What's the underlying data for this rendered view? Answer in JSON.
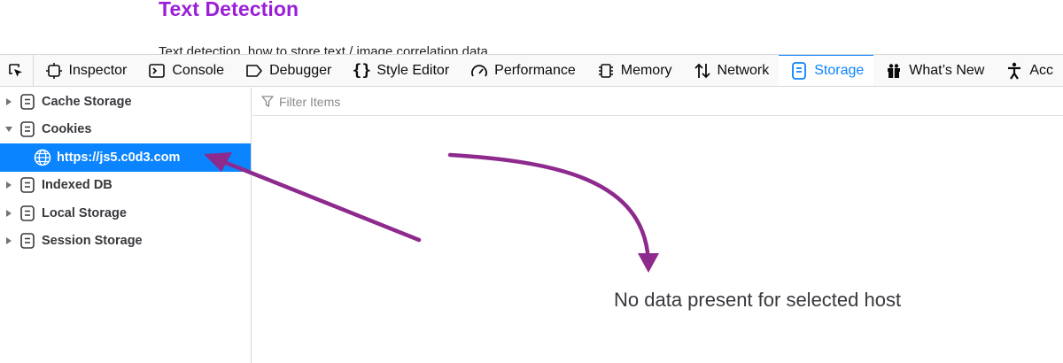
{
  "page": {
    "title": "Text Detection",
    "subtitle": "Text detection, how to store text / image correlation data"
  },
  "toolbar": {
    "tabs": [
      {
        "label": "Inspector",
        "icon": "inspector-icon"
      },
      {
        "label": "Console",
        "icon": "console-icon"
      },
      {
        "label": "Debugger",
        "icon": "debugger-icon"
      },
      {
        "label": "Style Editor",
        "icon": "style-editor-icon"
      },
      {
        "label": "Performance",
        "icon": "performance-icon"
      },
      {
        "label": "Memory",
        "icon": "memory-icon"
      },
      {
        "label": "Network",
        "icon": "network-icon"
      },
      {
        "label": "Storage",
        "icon": "storage-icon",
        "selected": true
      },
      {
        "label": "What’s New",
        "icon": "whats-new-icon"
      },
      {
        "label": "Acc",
        "icon": "accessibility-icon"
      }
    ]
  },
  "sidebar": {
    "items": [
      {
        "label": "Cache Storage",
        "expanded": false
      },
      {
        "label": "Cookies",
        "expanded": true
      },
      {
        "label": "https://js5.c0d3.com",
        "child": true,
        "selected": true
      },
      {
        "label": "Indexed DB",
        "expanded": false
      },
      {
        "label": "Local Storage",
        "expanded": false
      },
      {
        "label": "Session Storage",
        "expanded": false
      }
    ]
  },
  "main": {
    "filter_placeholder": "Filter Items",
    "empty_message": "No data present for selected host"
  },
  "colors": {
    "accent": "#0a84ff",
    "title": "#9b1fd8",
    "annotation_arrow": "#8e2a8e"
  }
}
